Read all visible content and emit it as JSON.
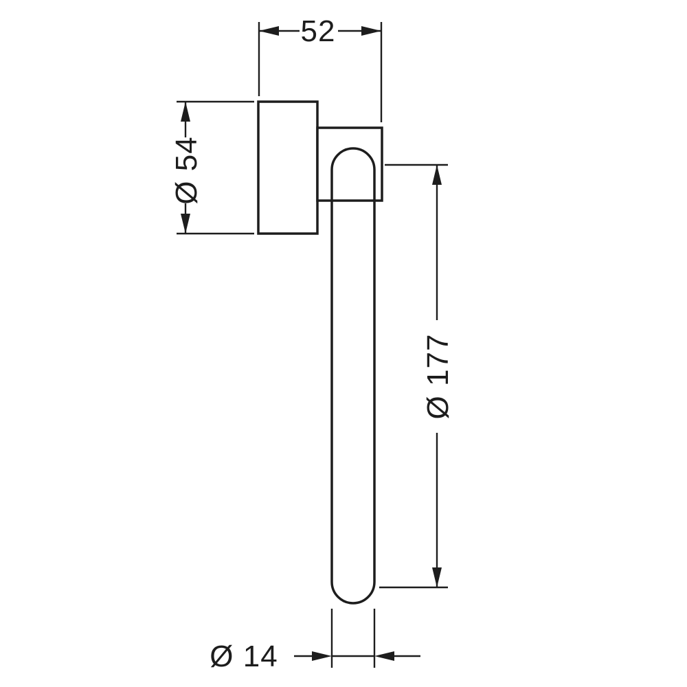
{
  "drawing": {
    "background_color": "#ffffff",
    "line_color": "#1d1d1d",
    "dimensions": {
      "depth": "52",
      "plate_height": "Ø 54",
      "ring_diameter": "Ø 177",
      "tube_diameter": "Ø 14"
    }
  }
}
